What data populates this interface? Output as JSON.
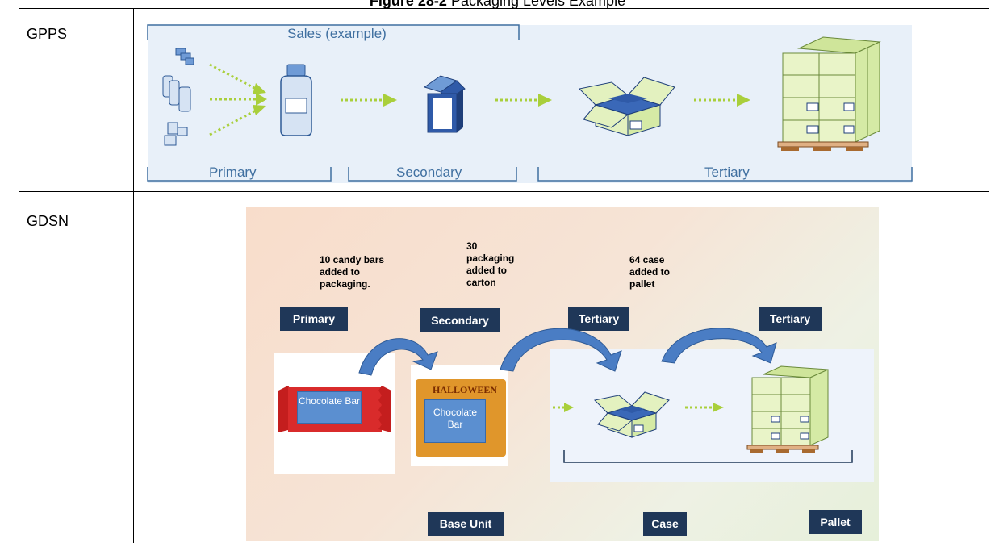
{
  "caption": {
    "bold": "Figure 28-2",
    "text": "Packaging Levels Example"
  },
  "rows": [
    {
      "label": "GPPS"
    },
    {
      "label": "GDSN"
    }
  ],
  "gpps": {
    "sales_label": "Sales (example)",
    "primary": "Primary",
    "secondary": "Secondary",
    "tertiary": "Tertiary"
  },
  "gdsn": {
    "note1": "10 candy bars added to packaging.",
    "note2": "30 packaging added to carton",
    "note3": "64 case added to pallet",
    "levels": [
      "Primary",
      "Secondary",
      "Tertiary",
      "Tertiary"
    ],
    "product_label": "Chocolate Bar",
    "halloween": "HALLOWEEN",
    "units": [
      "Base Unit",
      "Case",
      "Pallet"
    ]
  },
  "colors": {
    "accent_blue": "#3f6fa0",
    "navy": "#1f3758",
    "green_arrow": "#a9cf3b",
    "box_green": "#e3f1bf"
  }
}
